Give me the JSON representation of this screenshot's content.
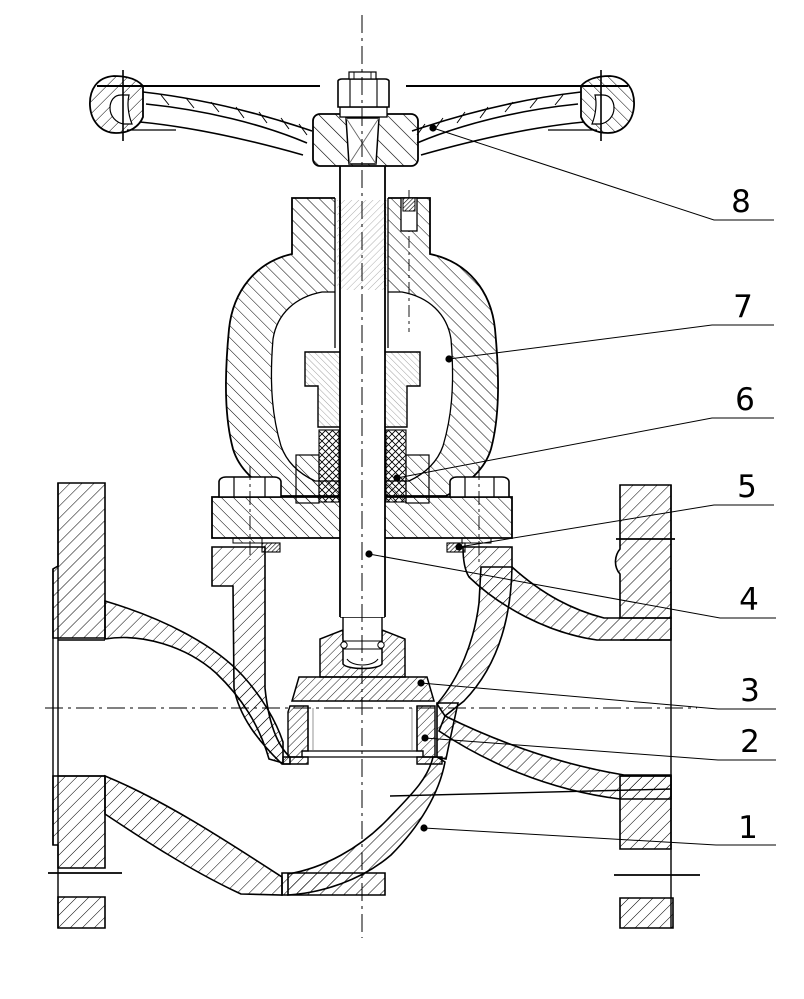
{
  "figure": {
    "type": "technical-sectional-drawing",
    "subject": "globe-valve-cross-section",
    "colors": {
      "ink": "#000000",
      "background": "#ffffff"
    },
    "callouts": [
      {
        "label": "1"
      },
      {
        "label": "2"
      },
      {
        "label": "3"
      },
      {
        "label": "4"
      },
      {
        "label": "5"
      },
      {
        "label": "6"
      },
      {
        "label": "7"
      },
      {
        "label": "8"
      }
    ]
  }
}
